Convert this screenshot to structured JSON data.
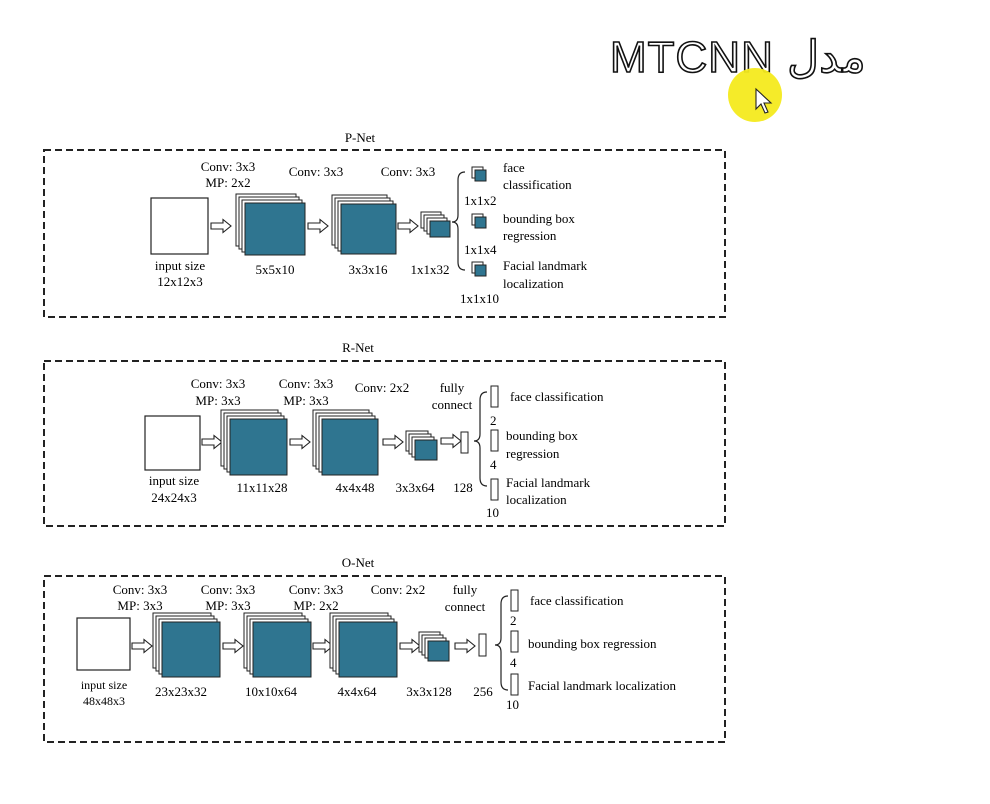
{
  "slide": {
    "title": "MTCNN مدل"
  },
  "pnet": {
    "title": "P-Net",
    "input": [
      "input size",
      "12x12x3"
    ],
    "ops": [
      [
        "Conv: 3x3",
        "MP: 2x2"
      ],
      [
        "Conv: 3x3"
      ],
      [
        "Conv: 3x3"
      ]
    ],
    "sizes": [
      "5x5x10",
      "3x3x16",
      "1x1x32"
    ],
    "outputs": [
      {
        "label": [
          "face",
          "classification"
        ],
        "dim": "1x1x2"
      },
      {
        "label": [
          "bounding box",
          "regression"
        ],
        "dim": "1x1x4"
      },
      {
        "label": [
          "Facial landmark",
          "localization"
        ],
        "dim": "1x1x10"
      }
    ]
  },
  "rnet": {
    "title": "R-Net",
    "input": [
      "input size",
      "24x24x3"
    ],
    "ops": [
      [
        "Conv: 3x3",
        "MP: 3x3"
      ],
      [
        "Conv: 3x3",
        "MP: 3x3"
      ],
      [
        "Conv: 2x2"
      ],
      [
        "fully",
        "connect"
      ]
    ],
    "sizes": [
      "11x11x28",
      "4x4x48",
      "3x3x64",
      "128"
    ],
    "outputs": [
      {
        "label": [
          "face classification"
        ],
        "dim": "2"
      },
      {
        "label": [
          "bounding box",
          "regression"
        ],
        "dim": "4"
      },
      {
        "label": [
          "Facial landmark",
          "localization"
        ],
        "dim": "10"
      }
    ]
  },
  "onet": {
    "title": "O-Net",
    "input": [
      "input size",
      "48x48x3"
    ],
    "ops": [
      [
        "Conv: 3x3",
        "MP: 3x3"
      ],
      [
        "Conv: 3x3",
        "MP: 3x3"
      ],
      [
        "Conv: 3x3",
        "MP: 2x2"
      ],
      [
        "Conv: 2x2"
      ],
      [
        "fully",
        "connect"
      ]
    ],
    "sizes": [
      "23x23x32",
      "10x10x64",
      "4x4x64",
      "3x3x128",
      "256"
    ],
    "outputs": [
      {
        "label": [
          "face classification"
        ],
        "dim": "2"
      },
      {
        "label": [
          "bounding box regression"
        ],
        "dim": "4"
      },
      {
        "label": [
          "Facial landmark localization"
        ],
        "dim": "10"
      }
    ]
  },
  "colors": {
    "tensor": "#2f7590",
    "line": "#222222",
    "cursor": "#f4ea1e"
  }
}
